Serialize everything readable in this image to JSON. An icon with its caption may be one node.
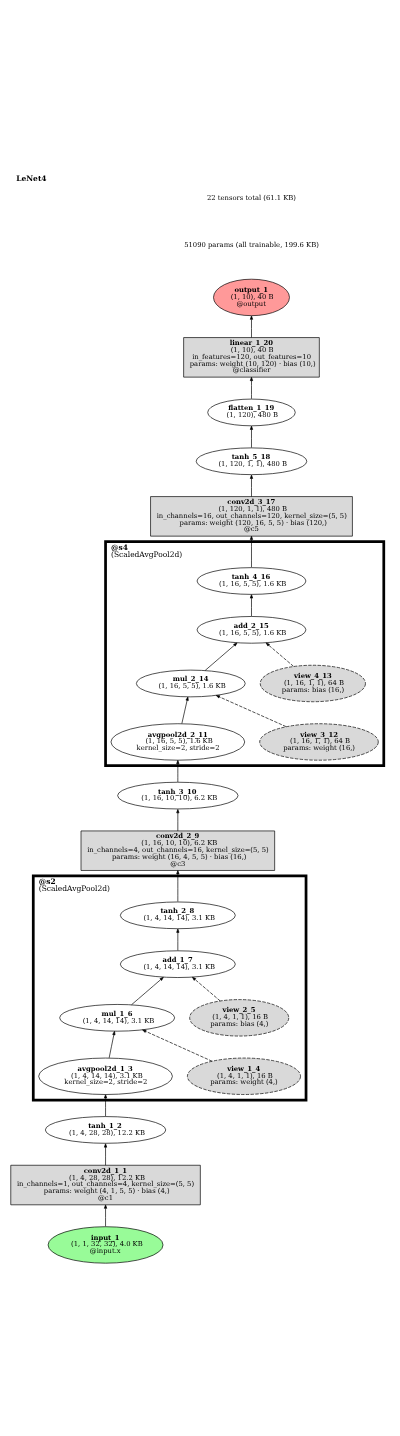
{
  "diagram": {
    "title": "LeNet4",
    "nodes": [
      {
        "text": [
          "output_1",
          "(1, 10), 40 B",
          "@output"
        ]
      },
      {
        "text": [
          "linear_1_20",
          "(1, 10), 40 B",
          "in_features=120, out_features=10",
          "params: weight (10, 120) · bias (10,)",
          "@classifier"
        ]
      },
      {
        "text": [
          "flatten_1_19",
          "(1, 120), 480 B"
        ]
      },
      {
        "text": [
          "tanh_5_18",
          "(1, 120, 1, 1), 480 B"
        ]
      },
      {
        "text": [
          "conv2d_3_17",
          "(1, 120, 1, 1), 480 B",
          "in_channels=16, out_channels=120, kernel_size=(5, 5)",
          "params: weight (120, 16, 5, 5) · bias (120,)",
          "@c5"
        ]
      },
      {
        "text": [
          "@s4",
          "(ScaledAvgPool2d)"
        ]
      },
      {
        "text": [
          "tanh_4_16",
          "(1, 16, 5, 5), 1.6 KB"
        ],
        "in": 5
      },
      {
        "text": [
          "add_2_15",
          "(1, 16, 5, 5), 1.6 KB"
        ],
        "in": 5
      },
      {
        "text": [
          "view_4_13",
          "(1, 16, 1, 1), 64 B",
          "params: bias (16,)"
        ],
        "in": 5
      },
      {
        "text": [
          "mul_2_14",
          "(1, 16, 5, 5), 1.6 KB"
        ],
        "in": 5
      },
      {
        "text": [
          "view_3_12",
          "(1, 16, 1, 1), 64 B",
          "params: weight (16,)"
        ],
        "in": 5
      },
      {
        "text": [
          "avgpool2d_2_11",
          "(1, 16, 5, 5), 1.6 KB",
          "kernel_size=2, stride=2"
        ],
        "in": 5
      },
      {
        "text": [
          "tanh_3_10",
          "(1, 16, 10, 10), 6.2 KB"
        ]
      },
      {
        "text": [
          "conv2d_2_9",
          "(1, 16, 10, 10), 6.2 KB",
          "in_channels=4, out_channels=16, kernel_size=(5, 5)",
          "params: weight (16, 4, 5, 5) · bias (16,)",
          "@c3"
        ]
      },
      {
        "text": [
          "@s2",
          "(ScaledAvgPool2d)"
        ]
      },
      {
        "text": [
          "tanh_2_8",
          "(1, 4, 14, 14), 3.1 KB"
        ],
        "in": 14
      },
      {
        "text": [
          "add_1_7",
          "(1, 4, 14, 14), 3.1 KB"
        ],
        "in": 14
      },
      {
        "text": [
          "view_2_5",
          "(1, 4, 1, 1), 16 B",
          "params: bias (4,)"
        ],
        "in": 14
      },
      {
        "text": [
          "mul_1_6",
          "(1, 4, 14, 14), 3.1 KB"
        ],
        "in": 14
      },
      {
        "text": [
          "view_1_4",
          "(1, 4, 1, 1), 16 B",
          "params: weight (4,)"
        ],
        "in": 14
      },
      {
        "text": [
          "avgpool2d_1_3",
          "(1, 4, 14, 14), 3.1 KB",
          "kernel_size=2, stride=2"
        ],
        "in": 14
      },
      {
        "text": [
          "tanh_1_2",
          "(1, 4, 28, 28), 12.2 KB"
        ]
      },
      {
        "text": [
          "conv2d_1_1",
          "(1, 4, 28, 28), 12.2 KB",
          "in_channels=1, out_channels=4, kernel_size=(5, 5)",
          "params: weight (4, 1, 5, 5) · bias (4,)",
          "@c1"
        ]
      },
      {
        "text": [
          "input_1",
          "(1, 1, 32, 32), 4.0 KB",
          "@input.x"
        ]
      }
    ],
    "edges": [
      {
        "from": 23,
        "to": 22,
        "arrow": "to"
      },
      {
        "from": 22,
        "to": 21,
        "arrow": "to"
      },
      {
        "from": 21,
        "to": 20,
        "arrow": "to"
      },
      {
        "from": 20,
        "to": 18,
        "arrow": "to"
      },
      {
        "from": 19,
        "to": 18,
        "arrow": "to",
        "style": "dashed"
      },
      {
        "from": 18,
        "to": 16,
        "arrow": "to"
      },
      {
        "from": 17,
        "to": 16,
        "arrow": "to",
        "style": "dashed"
      },
      {
        "from": 16,
        "to": 15,
        "arrow": "to"
      },
      {
        "from": 15,
        "to": 13,
        "arrow": "to"
      },
      {
        "from": 13,
        "to": 12,
        "arrow": "to"
      },
      {
        "from": 12,
        "to": 11,
        "arrow": "to"
      },
      {
        "from": 11,
        "to": 9,
        "arrow": "to"
      },
      {
        "from": 10,
        "to": 9,
        "arrow": "to",
        "style": "dashed"
      },
      {
        "from": 9,
        "to": 7,
        "arrow": "to"
      },
      {
        "from": 8,
        "to": 7,
        "arrow": "to",
        "style": "dashed"
      },
      {
        "from": 7,
        "to": 6,
        "arrow": "to"
      },
      {
        "from": 6,
        "to": 4,
        "arrow": "to"
      },
      {
        "from": 4,
        "to": 3,
        "arrow": "to"
      },
      {
        "from": 3,
        "to": 2,
        "arrow": "to"
      },
      {
        "from": 2,
        "to": 1,
        "arrow": "to"
      },
      {
        "from": 1,
        "to": 0,
        "arrow": "to"
      }
    ],
    "labels": [
      "22 tensors total (61.1 KB)",
      "51090 params (all trainable, 199.6 KB)"
    ]
  }
}
